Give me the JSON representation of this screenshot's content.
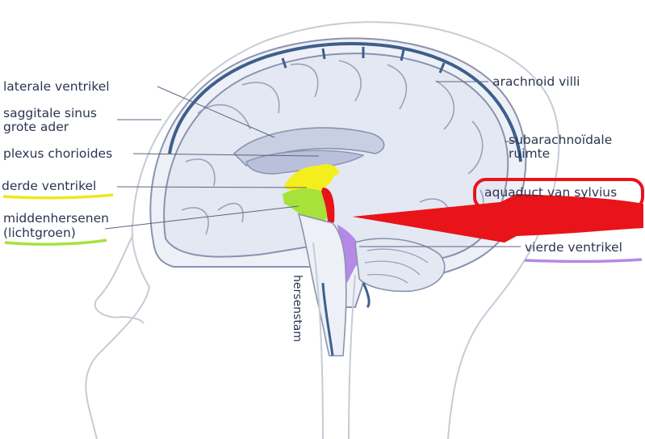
{
  "labels": {
    "laterale_ventrikel": "laterale ventrikel",
    "saggitale_1": "saggitale sinus",
    "saggitale_2": "grote ader",
    "plexus": "plexus chorioides",
    "derde_ventrikel": "derde ventrikel",
    "middenhersenen_1": "middenhersenen",
    "middenhersenen_2": "(lichtgroen)",
    "arachnoid": "arachnoid villi",
    "subarachnoidale_1": "subarachnoïdale",
    "subarachnoidale_2": "ruimte",
    "aquaduct": "aquaduct van sylvius",
    "vierde_ventrikel": "vierde ventrikel",
    "hersenstam": "hersenstam"
  },
  "colors": {
    "outline": "#8a93ae",
    "brain_fill": "#e4e8f3",
    "dark_vessel": "#3d5f8c",
    "yellow": "#f4ef1c",
    "green": "#a7e23a",
    "red": "#e8141a",
    "purple": "#b48ae6",
    "label": "#2b3550",
    "underline_yellow": "#f0e61e",
    "underline_green": "#a7e23a",
    "underline_purple": "#b48ae6"
  }
}
